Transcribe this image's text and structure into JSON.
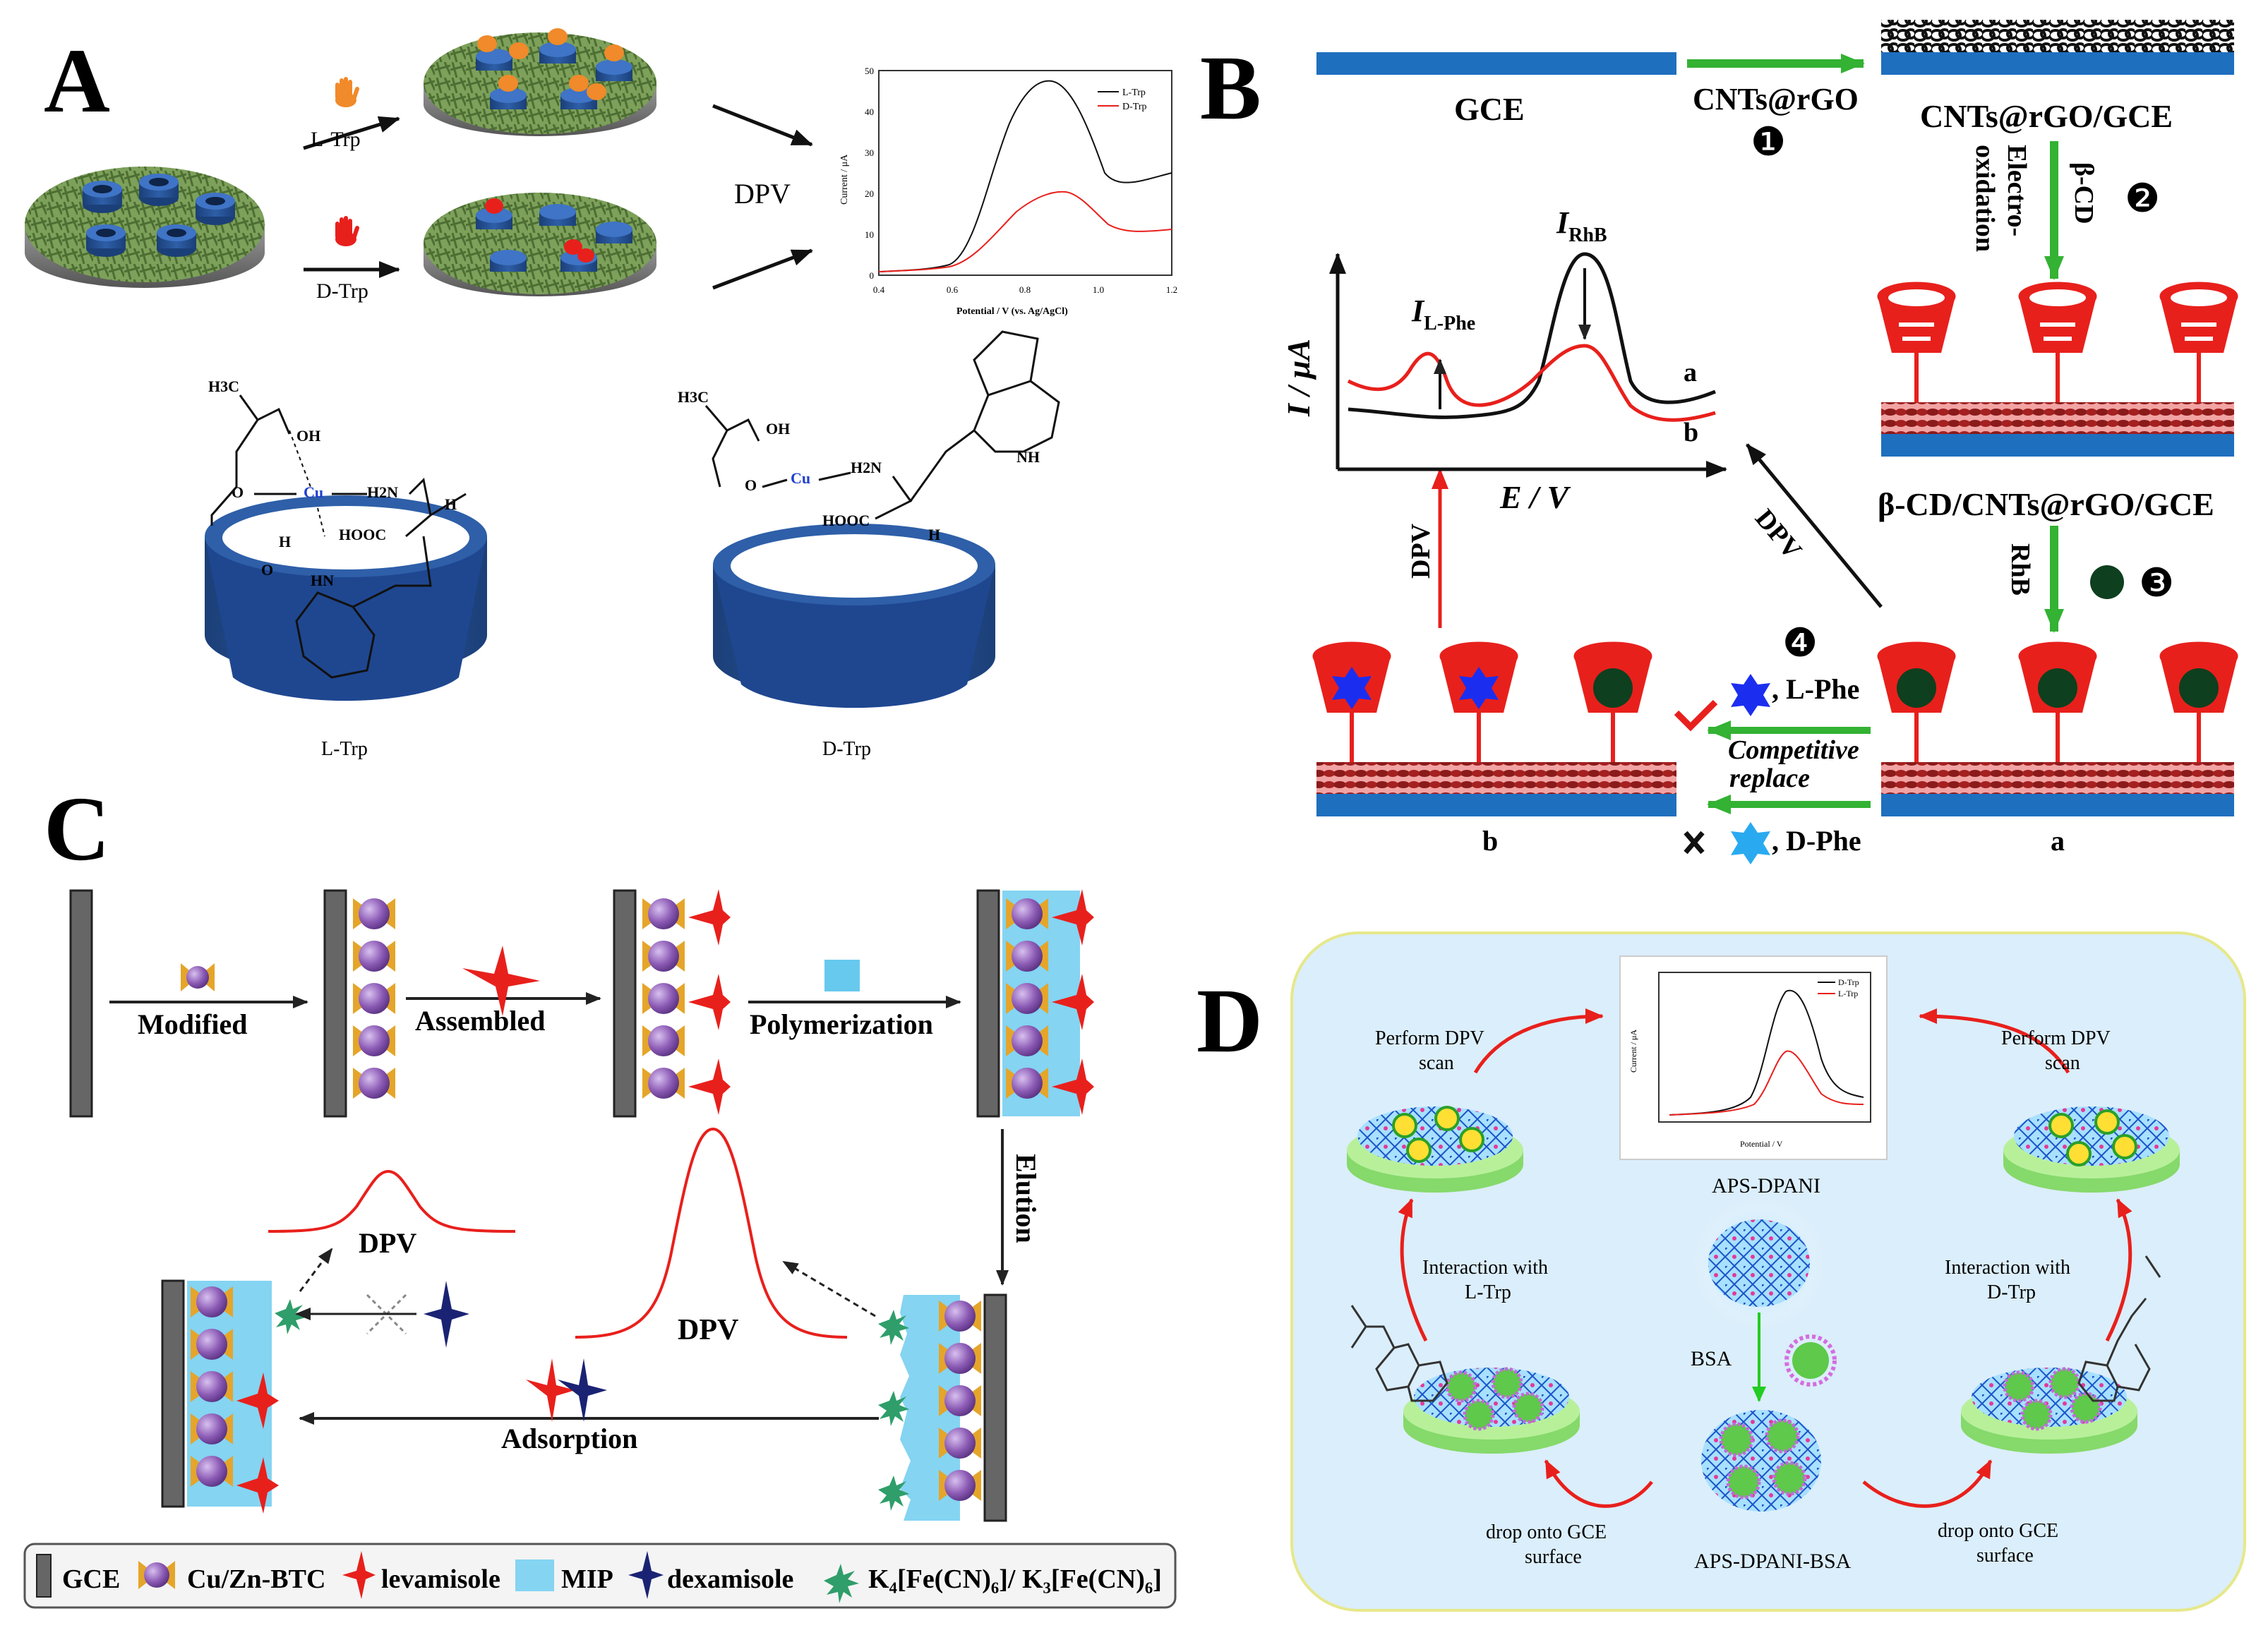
{
  "panelA": {
    "letter": "A",
    "l_trp": "L-Trp",
    "d_trp": "D-Trp",
    "dpv": "DPV",
    "inset": {
      "legend_l": "L-Trp",
      "legend_d": "D-Trp",
      "ylabel": "Current / μA",
      "xlabel": "Potential / V (vs. Ag/AgCl)",
      "yticks": [
        "0",
        "10",
        "20",
        "30",
        "40",
        "50"
      ],
      "xticks": [
        "0.4",
        "0.6",
        "0.8",
        "1.0",
        "1.2"
      ]
    },
    "struct_L": {
      "h3c": "H3C",
      "oh": "OH",
      "o": "O",
      "cu": "Cu",
      "h2n": "H2N",
      "hooc": "HOOC",
      "h": "H",
      "hn": "HN",
      "h2": "H",
      "o2": "O",
      "caption": "L-Trp"
    },
    "struct_D": {
      "h3c": "H3C",
      "oh": "OH",
      "o": "O",
      "cu": "Cu",
      "h2n": "H2N",
      "hooc": "HOOC",
      "h": "H",
      "nh": "NH",
      "caption": "D-Trp"
    }
  },
  "panelB": {
    "letter": "B",
    "gce": "GCE",
    "cnts": "CNTs@rGO",
    "step1": "❶",
    "cnts_gce": "CNTs@rGO/GCE",
    "electro": "Electro-",
    "oxidation": "oxidation",
    "bcd": "β-CD",
    "step2": "❷",
    "bcd_gce": "β-CD/CNTs@rGO/GCE",
    "rhb": "RhB",
    "step3": "❸",
    "step4": "❹",
    "lphe": ", L-Phe",
    "dphe": ", D-Phe",
    "competitive": "Competitive",
    "replace": "replace",
    "label_a": "a",
    "label_b": "b",
    "dpv": "DPV",
    "graph": {
      "ylabel": "I / μA",
      "xlabel": "E / V",
      "i_lphe": "I",
      "i_lphe_sub": "L-Phe",
      "i_rhb": "I",
      "i_rhb_sub": "RhB",
      "curve_a": "a",
      "curve_b": "b"
    }
  },
  "panelC": {
    "letter": "C",
    "modified": "Modified",
    "assembled": "Assembled",
    "polymerization": "Polymerization",
    "elution": "Elution",
    "adsorption": "Adsorption",
    "dpv1": "DPV",
    "dpv2": "DPV",
    "legend": {
      "gce": "GCE",
      "cuzn": "Cu/Zn-BTC",
      "levamisole": "levamisole",
      "mip": "MIP",
      "dexamisole": "dexamisole",
      "k4": "K₄[Fe(CN)₆]/ K₃[Fe(CN)₆]"
    }
  },
  "panelD": {
    "letter": "D",
    "perform_left": "Perform DPV",
    "scan_left": "scan",
    "perform_right": "Perform DPV",
    "scan_right": "scan",
    "aps": "APS-DPANI",
    "bsa": "BSA",
    "aps_bsa": "APS-DPANI-BSA",
    "inter_l1": "Interaction with",
    "inter_l2": "L-Trp",
    "inter_r1": "Interaction with",
    "inter_r2": "D-Trp",
    "drop_l1": "drop onto GCE",
    "drop_l2": "surface",
    "drop_r1": "drop onto GCE",
    "drop_r2": "surface",
    "inset": {
      "legend_d": "D-Trp",
      "legend_l": "L-Trp",
      "ylabel": "Current / μA",
      "xlabel": "Potential / V"
    }
  },
  "colors": {
    "blue": "#1f6fbf",
    "red": "#e8201c",
    "green": "#33b233",
    "lightblue": "#dbeefb",
    "cyan": "#84d4f2",
    "purple": "#8c5bb5",
    "gold": "#e5a52a"
  }
}
